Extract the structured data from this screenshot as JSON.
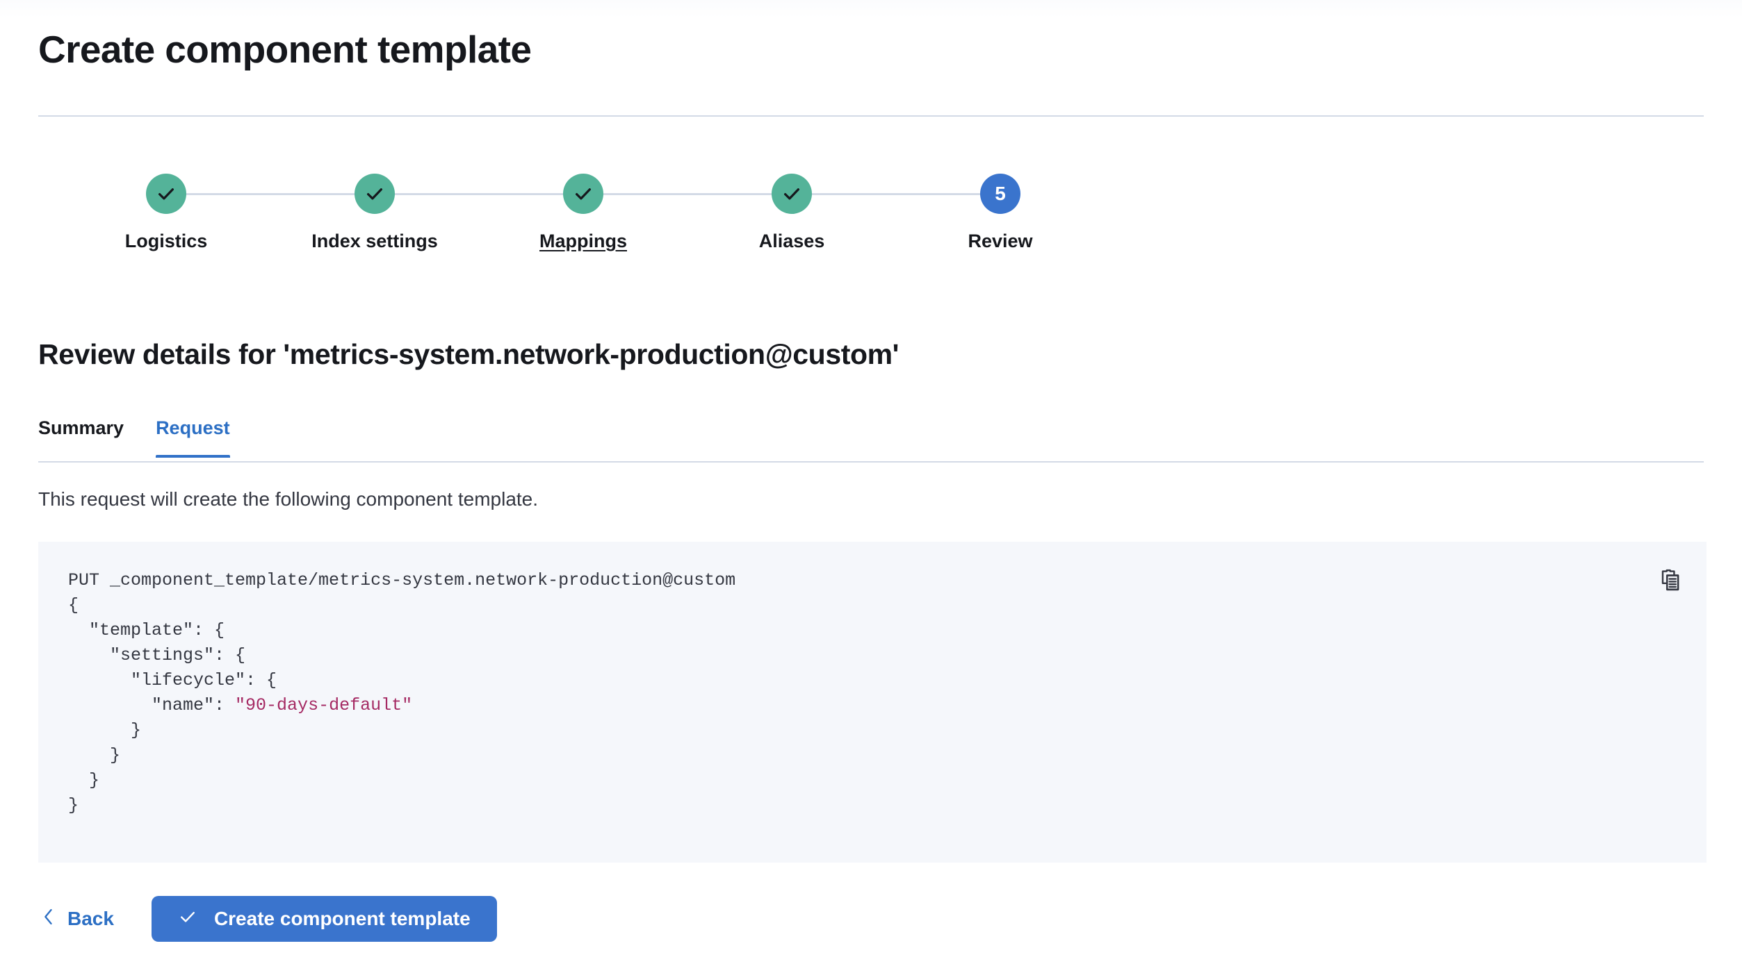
{
  "page": {
    "title": "Create component template"
  },
  "stepper": {
    "steps": [
      {
        "label": "Logistics",
        "state": "complete",
        "icon": "check-icon",
        "number": "1",
        "underlined": false
      },
      {
        "label": "Index settings",
        "state": "complete",
        "icon": "check-icon",
        "number": "2",
        "underlined": false
      },
      {
        "label": "Mappings",
        "state": "complete",
        "icon": "check-icon",
        "number": "3",
        "underlined": true
      },
      {
        "label": "Aliases",
        "state": "complete",
        "icon": "check-icon",
        "number": "4",
        "underlined": false
      },
      {
        "label": "Review",
        "state": "current",
        "icon": "step-number",
        "number": "5",
        "underlined": false
      }
    ],
    "complete_color": "#54b399",
    "current_color": "#3a74cd",
    "connector_color": "#d3dae6"
  },
  "review": {
    "heading": "Review details for 'metrics-system.network-production@custom'",
    "tabs": [
      {
        "label": "Summary",
        "active": false
      },
      {
        "label": "Request",
        "active": true
      }
    ],
    "active_tab_color": "#3171c8",
    "description": "This request will create the following component template."
  },
  "code_block": {
    "method_line": "PUT _component_template/metrics-system.network-production@custom",
    "lines": [
      "{",
      "  \"template\": {",
      "    \"settings\": {",
      "      \"lifecycle\": {",
      "        \"name\": ",
      "      }",
      "    }",
      "  }",
      "}"
    ],
    "string_value": "\"90-days-default\"",
    "string_color": "#a52a63",
    "background": "#f5f7fb",
    "copy_icon": "copy-clipboard-icon"
  },
  "footer": {
    "back_label": "Back",
    "back_icon": "chevron-left-icon",
    "submit_label": "Create component template",
    "submit_icon": "check-icon",
    "submit_color": "#3a74cd"
  }
}
